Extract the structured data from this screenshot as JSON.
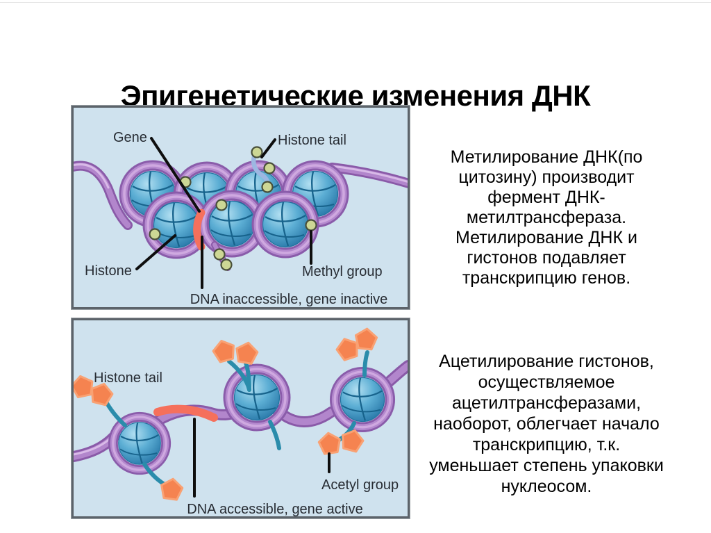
{
  "title": "Эпигенетические изменения ДНК",
  "panel_methylation": {
    "labels": {
      "gene": "Gene",
      "histone_tail": "Histone tail",
      "histone": "Histone",
      "methyl_group": "Methyl group",
      "caption": "DNA inaccessible, gene inactive"
    }
  },
  "panel_acetylation": {
    "labels": {
      "histone_tail": "Histone tail",
      "acetyl_group": "Acetyl group",
      "caption": "DNA accessible, gene active"
    }
  },
  "text_blocks": [
    {
      "lines": [
        "Метилирование ДНК(по",
        "цитозину) производит",
        "фермент ДНК-",
        "метилтрансфераза.",
        "Метилирование ДНК и",
        "гистонов подавляет",
        "транскрипцию генов."
      ]
    },
    {
      "lines": [
        "Ацетилирование гистонов,",
        "осуществляемое",
        "ацетилтрансферазами,",
        "наоборот, облегчает начало",
        "транскрипцию, т.к.",
        "уменьшает степень упаковки",
        "нуклеосом."
      ]
    }
  ],
  "colors": {
    "background": "#ffffff",
    "panel_background": "#cfe2ee",
    "panel_border": "#5c636a",
    "dna_purple": "#aa7cc4",
    "histone_sphere_blue": "#2f84b2",
    "methyl_green": "#cdd795",
    "acetyl_orange": "#f58350",
    "active_gene_red": "#f5705c",
    "histone_tail_teal": "#2a8cab",
    "histone_tail_blue": "#9db7e2",
    "label_color": "#272c33",
    "title_color": "#000000"
  }
}
